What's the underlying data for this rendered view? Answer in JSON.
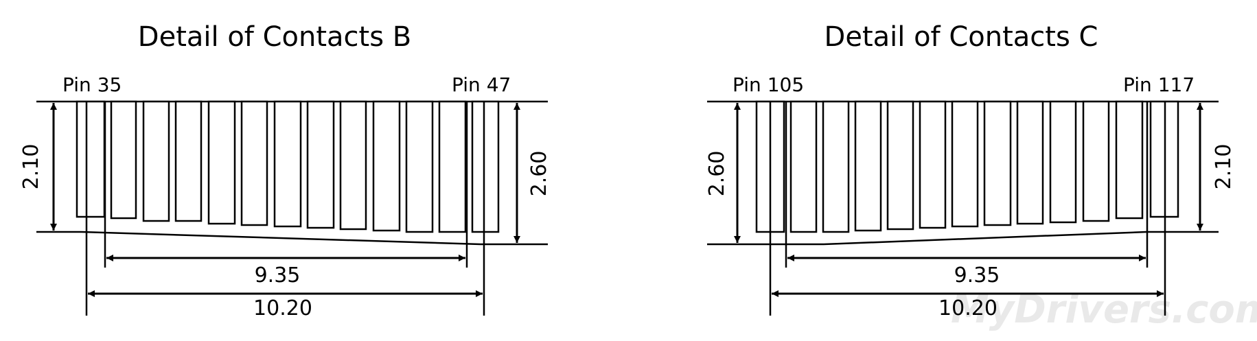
{
  "diagrams": [
    {
      "title": "Detail of Contacts B",
      "pin_first": "Pin 35",
      "pin_last": "Pin 47",
      "dim_left": "2.10",
      "dim_right": "2.60",
      "dim_inner": "9.35",
      "dim_outer": "10.20"
    },
    {
      "title": "Detail of Contacts C",
      "pin_first": "Pin 105",
      "pin_last": "Pin 117",
      "dim_left": "2.60",
      "dim_right": "2.10",
      "dim_inner": "9.35",
      "dim_outer": "10.20"
    }
  ],
  "watermark": "MyDrivers.com"
}
